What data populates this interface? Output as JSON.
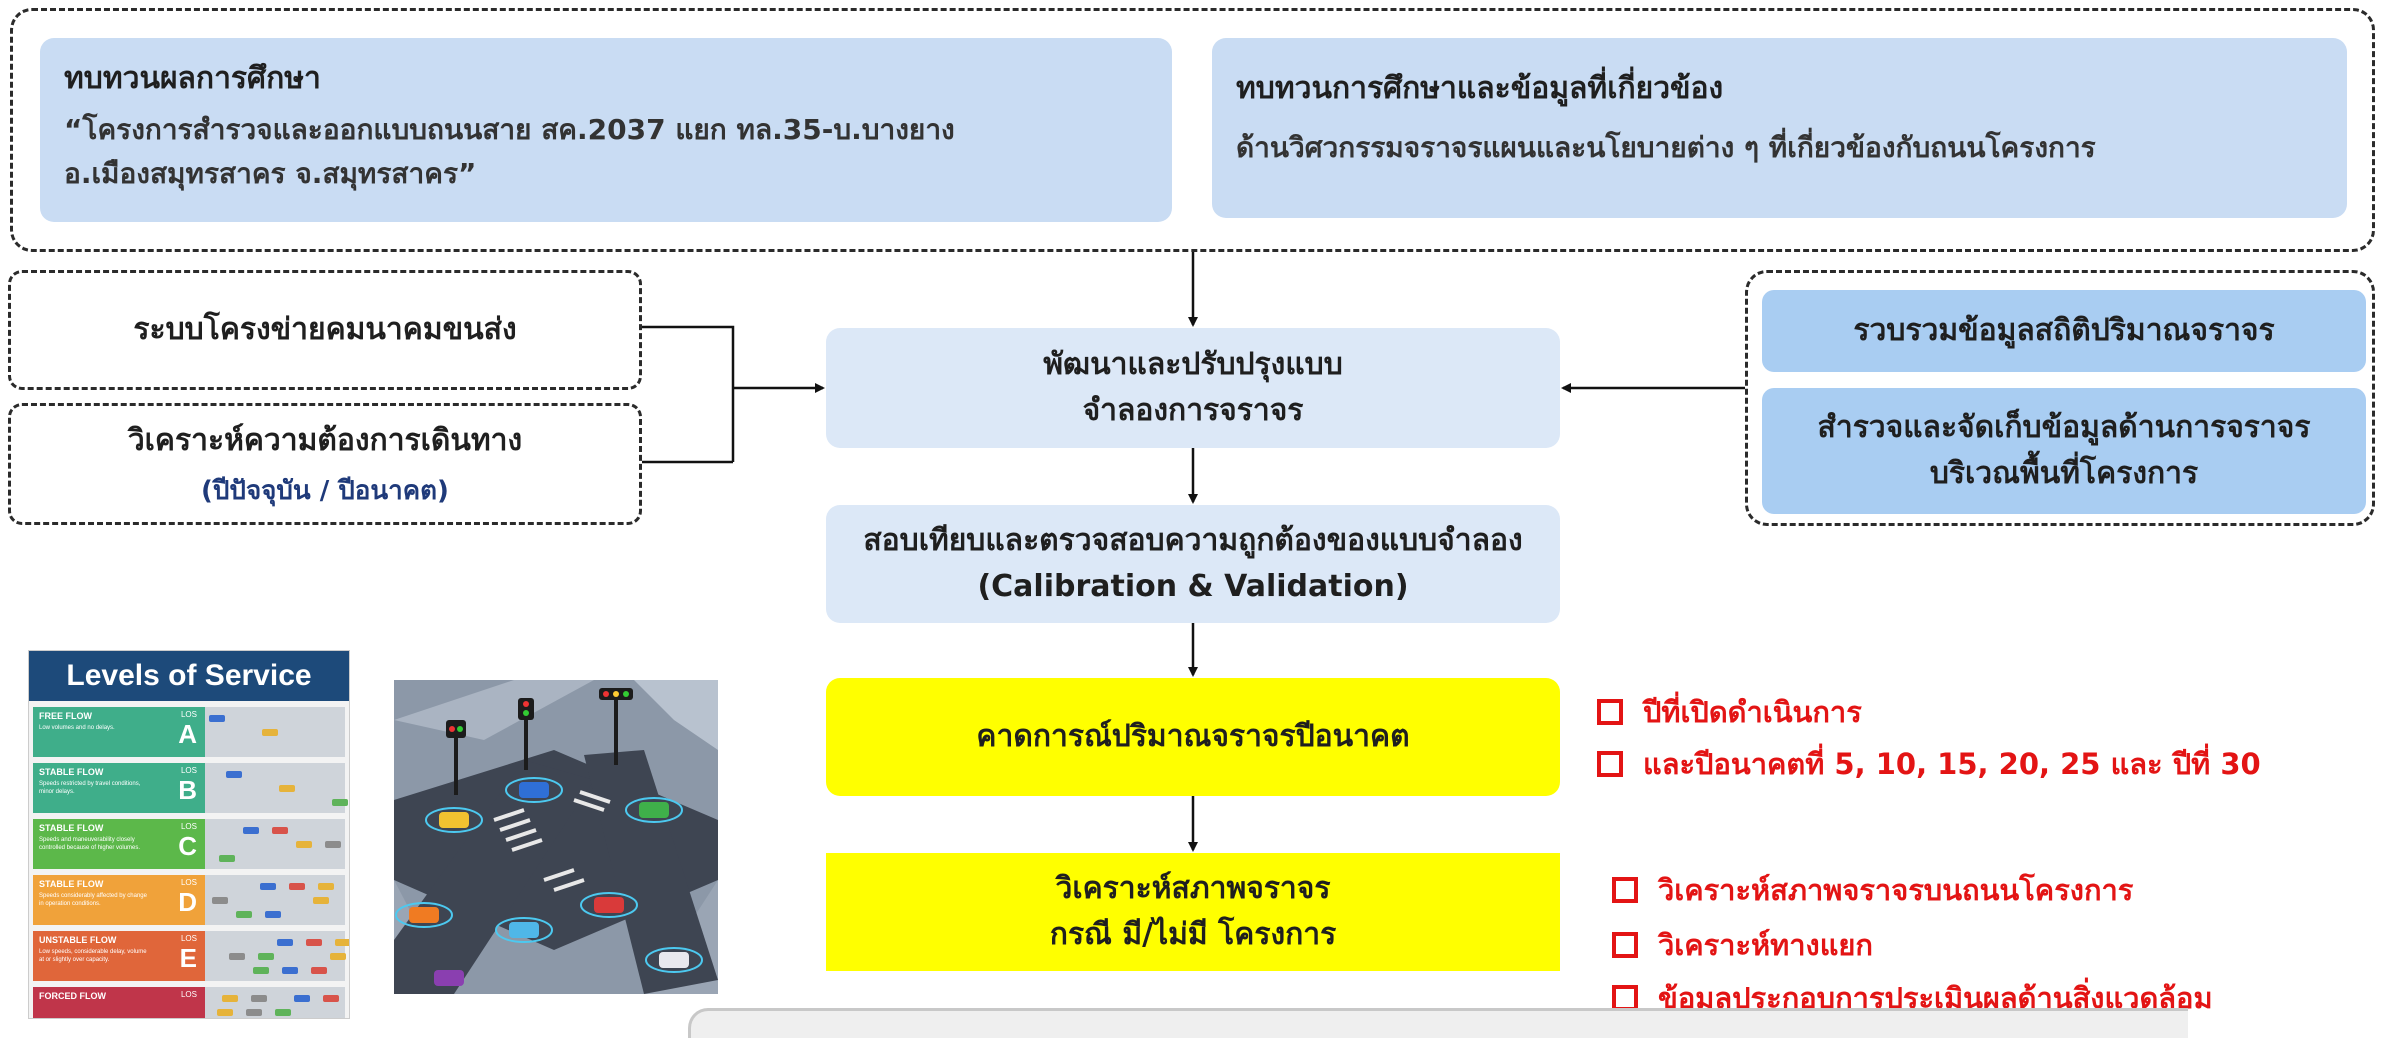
{
  "top_left": {
    "title": "ทบทวนผลการศึกษา",
    "line1": "“โครงการสำรวจและออกแบบถนนสาย สค.2037 แยก ทล.35-บ.บางยาง",
    "line2": "อ.เมืองสมุทรสาคร จ.สมุทรสาคร”"
  },
  "top_right": {
    "title": "ทบทวนการศึกษาและข้อมูลที่เกี่ยวข้อง",
    "line1": "ด้านวิศวกรรมจราจรแผนและนโยบายต่าง ๆ ที่เกี่ยวข้องกับถนนโครงการ"
  },
  "left_inputs": {
    "network": "ระบบโครงข่ายคมนาคมขนส่ง",
    "demand": "วิเคราะห์ความต้องการเดินทาง",
    "demand_sub": "(ปีปัจจุบัน / ปีอนาคต)"
  },
  "right_inputs": {
    "collect": "รวบรวมข้อมูลสถิติปริมาณจราจร",
    "survey_line1": "สำรวจและจัดเก็บข้อมูลด้านการจราจร",
    "survey_line2": "บริเวณพื้นที่โครงการ"
  },
  "flow": {
    "model_line1": "พัฒนาและปรับปรุงแบบ",
    "model_line2": "จำลองการจราจร",
    "calib_line1": "สอบเทียบและตรวจสอบความถูกต้องของแบบจำลอง",
    "calib_line2": "(Calibration & Validation)",
    "forecast": "คาดการณ์ปริมาณจราจรปีอนาคต",
    "analysis_line1": "วิเคราะห์สภาพจราจร",
    "analysis_line2": "กรณี มี/ไม่มี โครงการ"
  },
  "forecast_notes": [
    "ปีที่เปิดดำเนินการ",
    "และปีอนาคตที่ 5, 10, 15, 20, 25 และ ปีที่ 30"
  ],
  "analysis_notes": [
    "วิเคราะห์สภาพจราจรบนถนนโครงการ",
    "วิเคราะห์ทางแยก",
    "ข้อมูลประกอบการประเมินผลด้านสิ่งแวดล้อม"
  ],
  "los_poster": {
    "title": "Levels of Service",
    "rows": [
      {
        "name": "FREE FLOW",
        "grade": "A",
        "color": "#3fae8a",
        "desc": "Low volumes and no delays."
      },
      {
        "name": "STABLE FLOW",
        "grade": "B",
        "color": "#3fae8a",
        "desc": "Speeds restricted by travel conditions, minor delays."
      },
      {
        "name": "STABLE FLOW",
        "grade": "C",
        "color": "#5cb84a",
        "desc": "Speeds and maneuverability closely controlled because of higher volumes."
      },
      {
        "name": "STABLE FLOW",
        "grade": "D",
        "color": "#f0a23a",
        "desc": "Speeds considerably affected by change in operation conditions."
      },
      {
        "name": "UNSTABLE FLOW",
        "grade": "E",
        "color": "#e0663a",
        "desc": "Low speeds, considerable delay, volume at or slightly over capacity."
      },
      {
        "name": "FORCED FLOW",
        "grade": "",
        "color": "#c0354a",
        "desc": ""
      }
    ],
    "los_label": "LOS",
    "header_color": "#1d4a7a"
  }
}
